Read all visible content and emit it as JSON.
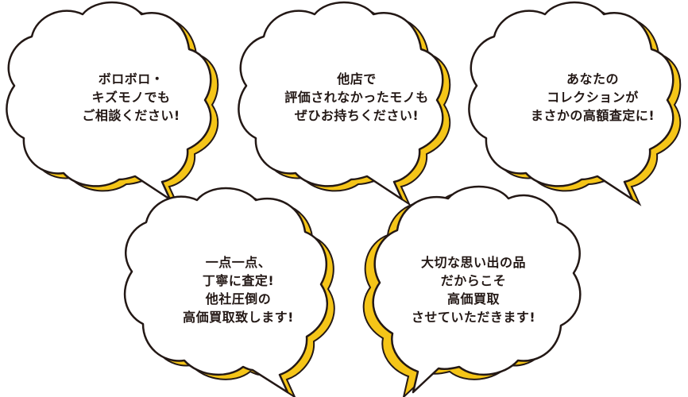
{
  "colors": {
    "bubble_fill": "#ffffff",
    "bubble_outline": "#231815",
    "bubble_shadow": "#f5c518",
    "text": "#231815"
  },
  "bubbles": [
    {
      "lines": [
        "ボロボロ・",
        "キズモノでも",
        "ご相談ください!"
      ]
    },
    {
      "lines": [
        "他店で",
        "評価されなかったモノも",
        "ぜひお持ちください!"
      ]
    },
    {
      "lines": [
        "あなたの",
        "コレクションが",
        "まさかの高額査定に!"
      ]
    },
    {
      "lines": [
        "一点一点、",
        "丁寧に査定!",
        "他社圧倒の",
        "高価買取致します!"
      ]
    },
    {
      "lines": [
        "大切な思い出の品",
        "だからこそ",
        "高価買取",
        "させていただきます!"
      ]
    }
  ]
}
